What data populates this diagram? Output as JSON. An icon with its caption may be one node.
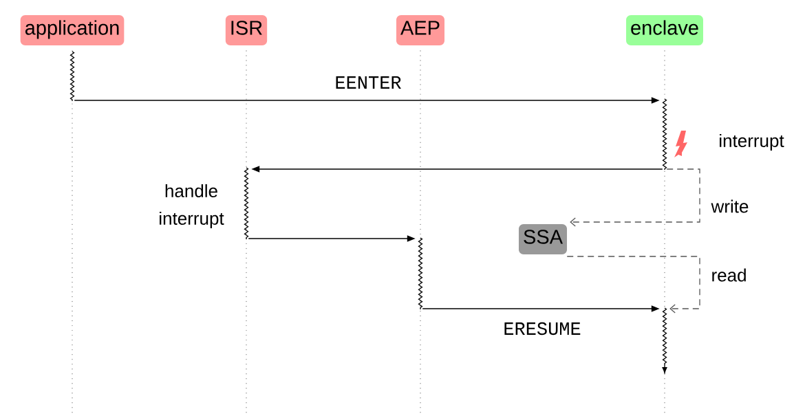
{
  "diagram": {
    "nodes": [
      {
        "text": [
          "application"
        ]
      },
      {
        "text": [
          "ISR"
        ]
      },
      {
        "text": [
          "AEP"
        ]
      },
      {
        "text": [
          "enclave"
        ]
      },
      {
        "text": [
          "SSA"
        ]
      },
      {
        "text": [],
        "shape": "bar"
      },
      {
        "text": [],
        "shape": "bar"
      },
      {
        "text": [],
        "shape": "bar"
      },
      {
        "text": [],
        "shape": "bar"
      },
      {
        "text": [],
        "shape": "bar"
      }
    ],
    "edges": [
      {
        "from": 5,
        "to": 6,
        "arrow": "to",
        "label": "EENTER"
      },
      {
        "from": 6,
        "to": 7,
        "arrow": "to"
      },
      {
        "from": 7,
        "to": 8,
        "arrow": "to"
      },
      {
        "from": 8,
        "to": 9,
        "arrow": "to",
        "label": "ERESUME"
      },
      {
        "from": 6,
        "to": 4,
        "arrow": "to",
        "label": "write",
        "style": "dashed",
        "color": "#555555"
      },
      {
        "from": 4,
        "to": 9,
        "arrow": "to",
        "label": "read",
        "style": "dashed",
        "color": "#555555"
      }
    ],
    "labels": [
      "interrupt",
      "handle interrupt"
    ]
  }
}
